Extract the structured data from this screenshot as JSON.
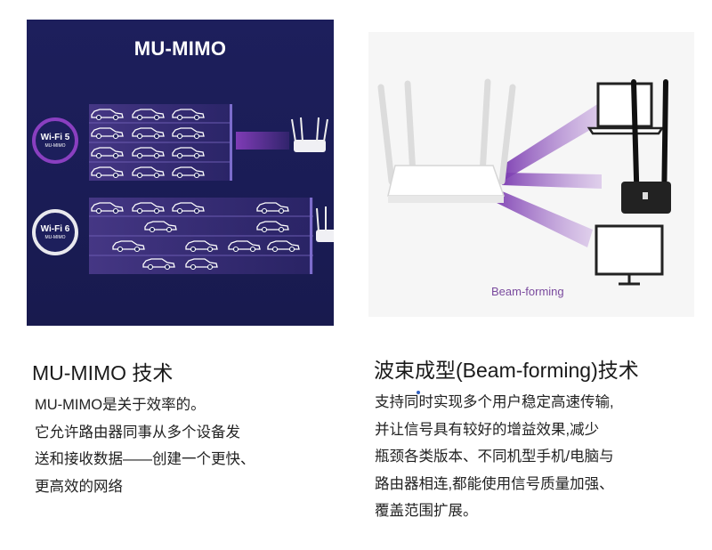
{
  "mimo_panel": {
    "title": "MU-MIMO",
    "wifi5": {
      "name": "Wi-Fi 5",
      "sub": "MU-MIMO"
    },
    "wifi6": {
      "name": "Wi-Fi 6",
      "sub": "MU-MIMO"
    }
  },
  "beam_panel": {
    "caption": "Beam-forming"
  },
  "left_section": {
    "heading": "MU-MIMO 技术",
    "lines": [
      "MU-MIMO是关于效率的。",
      "它允许路由器同事从多个设备发",
      "送和接收数据——创建一个更快、",
      "更高效的网络"
    ]
  },
  "right_section": {
    "heading": "波束成型(Beam-forming)技术",
    "lines": [
      "支持同时实现多个用户稳定高速传输,",
      "并让信号具有较好的增益效果,减少",
      "瓶颈各类版本、不同机型手机/电脑与",
      "路由器相连,都能使用信号质量加强、",
      "覆盖范围扩展。"
    ]
  },
  "colors": {
    "panel_bg": "#1d1f5c",
    "wifi5_ring": "#8a3fc0",
    "beam_purple": "#7a4a9e"
  },
  "icons": [
    "car-icon",
    "router-icon",
    "laptop-icon",
    "usb-adapter-icon",
    "monitor-icon"
  ]
}
